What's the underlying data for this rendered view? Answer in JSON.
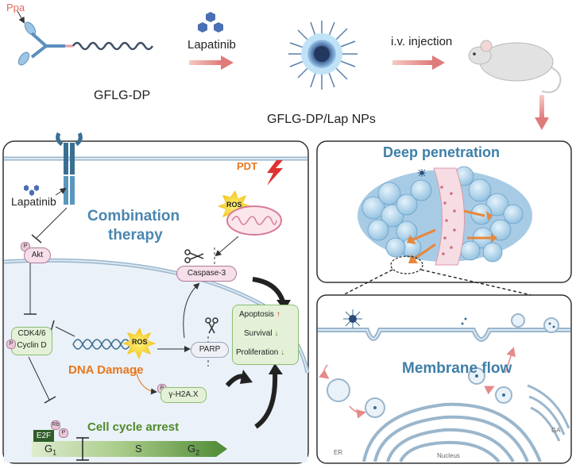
{
  "top": {
    "ppa_label": "Ppa",
    "gflg_dp_label": "GFLG-DP",
    "lapatinib_label": "Lapatinib",
    "nps_label": "GFLG-DP/Lap NPs",
    "injection_label": "i.v. injection"
  },
  "left_panel": {
    "lapatinib_label": "Lapatinib",
    "pdt_label": "PDT",
    "title_line1": "Combination",
    "title_line2": "therapy",
    "ros_top": "ROS",
    "akt_label": "Akt",
    "p_label": "P",
    "caspase_label": "Caspase-3",
    "cdk_label": "CDK4/6",
    "cyclin_label": "Cyclin D",
    "ros_mid": "ROS",
    "parp_label": "PARP",
    "dna_damage_label": "DNA Damage",
    "h2ax_label": "γ-H2A.X",
    "outcomes": [
      {
        "text": "Apoptosis",
        "arrow": "↑"
      },
      {
        "text": "Survival",
        "arrow": "↓"
      },
      {
        "text": "Proliferation",
        "arrow": "↓"
      }
    ],
    "rb_label": "Rb",
    "e2f_label": "E2F",
    "cell_cycle_label": "Cell cycle arrest",
    "g1_label": "G",
    "g1_sub": "1",
    "s_label": "S",
    "g2_label": "G",
    "g2_sub": "2"
  },
  "right_top_panel": {
    "title": "Deep penetration"
  },
  "right_bottom_panel": {
    "title": "Membrane flow",
    "er_label": "ER",
    "nucleus_label": "Nucleus",
    "ga_label": "GA"
  },
  "colors": {
    "accent_blue": "#3d7fa8",
    "title_blue": "#4a86b0",
    "pdt_orange": "#e8771c",
    "green_text": "#4f8a2a",
    "pink_arrow": "#e07b7b",
    "membrane": "#9ab6cc"
  }
}
